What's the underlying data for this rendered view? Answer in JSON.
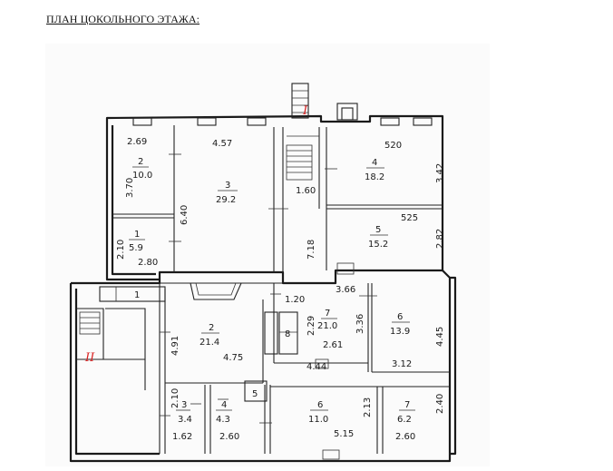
{
  "document": {
    "title": "ПЛАН ЦОКОЛЬНОГО ЭТАЖА:"
  },
  "axes": {
    "axis_1": "I",
    "axis_2": "II"
  },
  "rooms_top": [
    {
      "id": "2",
      "area": "10.0"
    },
    {
      "id": "3",
      "area": "29.2"
    },
    {
      "id": "1",
      "area": "5.9"
    },
    {
      "id": "4",
      "area": "18.2"
    },
    {
      "id": "5",
      "area": "15.2"
    }
  ],
  "rooms_bottom": [
    {
      "id": "1"
    },
    {
      "id": "2",
      "area": "21.4"
    },
    {
      "id": "7",
      "area": "21.0"
    },
    {
      "id": "8"
    },
    {
      "id": "6",
      "area": "13.9"
    },
    {
      "id": "3",
      "area": "3.4"
    },
    {
      "id": "4",
      "area": "4.3"
    },
    {
      "id": "5"
    },
    {
      "id": "6",
      "area": "11.0"
    },
    {
      "id": "7",
      "area": "6.2"
    }
  ],
  "dimensions": {
    "d_2_69": "2.69",
    "d_3_70": "3.70",
    "d_4_57": "4.57",
    "d_6_40": "6.40",
    "d_1_60": "1.60",
    "d_7_18": "7.18",
    "d_5_20": "520",
    "d_3_42": "3.42",
    "d_5_25": "525",
    "d_2_82": "2.82",
    "d_2_10a": "2.10",
    "d_2_80": "2.80",
    "d_3_66": "3.66",
    "d_1_20": "1.20",
    "d_2_29": "2.29",
    "d_3_36": "3.36",
    "d_2_61": "2.61",
    "d_4_44": "4.44",
    "d_4_91": "4.91",
    "d_4_75": "4.75",
    "d_4_45": "4.45",
    "d_3_12": "3.12",
    "d_2_10b": "2.10",
    "d_1_62": "1.62",
    "d_2_60a": "2.60",
    "d_5_15": "5.15",
    "d_2_13": "2.13",
    "d_2_40": "2.40",
    "d_2_60b": "2.60"
  }
}
